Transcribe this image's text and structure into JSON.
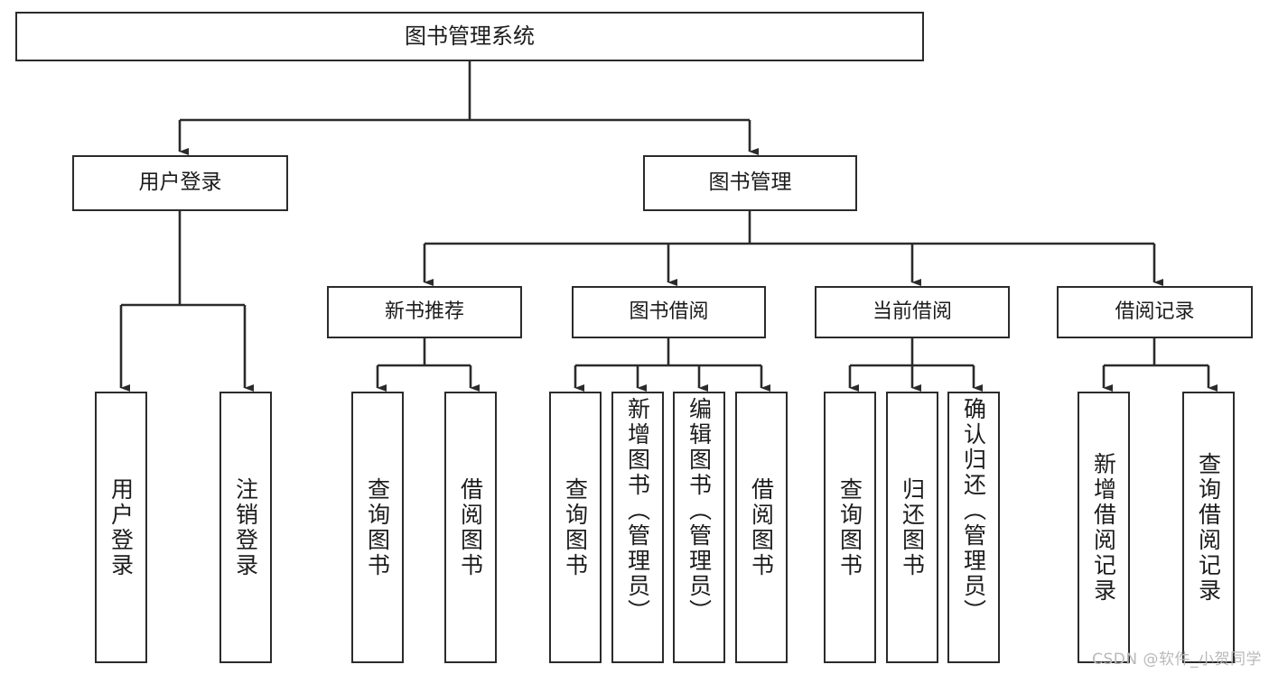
{
  "diagram": {
    "title": "图书管理系统",
    "type": "tree",
    "watermark": "CSDN @软件_小贺同学",
    "colors": {
      "box_border": "#2b2b2b",
      "box_fill": "#ffffff",
      "connector": "#2b2b2b",
      "text": "#1c1c1c",
      "watermark": "#b9b9b9",
      "background": "#ffffff"
    },
    "root": {
      "label": "图书管理系统"
    },
    "level2": [
      {
        "label": "用户登录"
      },
      {
        "label": "图书管理"
      }
    ],
    "level3": [
      {
        "label": "新书推荐"
      },
      {
        "label": "图书借阅"
      },
      {
        "label": "当前借阅"
      },
      {
        "label": "借阅记录"
      }
    ],
    "leaves": {
      "user_login": [
        {
          "label": "用户登录"
        },
        {
          "label": "注销登录"
        }
      ],
      "new_book_recommend": [
        {
          "label": "查询图书"
        },
        {
          "label": "借阅图书"
        }
      ],
      "book_borrow": [
        {
          "label": "查询图书"
        },
        {
          "label": "新增图书（管理员）"
        },
        {
          "label": "编辑图书（管理员）"
        },
        {
          "label": "借阅图书"
        }
      ],
      "current_borrow": [
        {
          "label": "查询图书"
        },
        {
          "label": "归还图书"
        },
        {
          "label": "确认归还（管理员）"
        }
      ],
      "borrow_records": [
        {
          "label": "新增借阅记录"
        },
        {
          "label": "查询借阅记录"
        }
      ]
    }
  }
}
